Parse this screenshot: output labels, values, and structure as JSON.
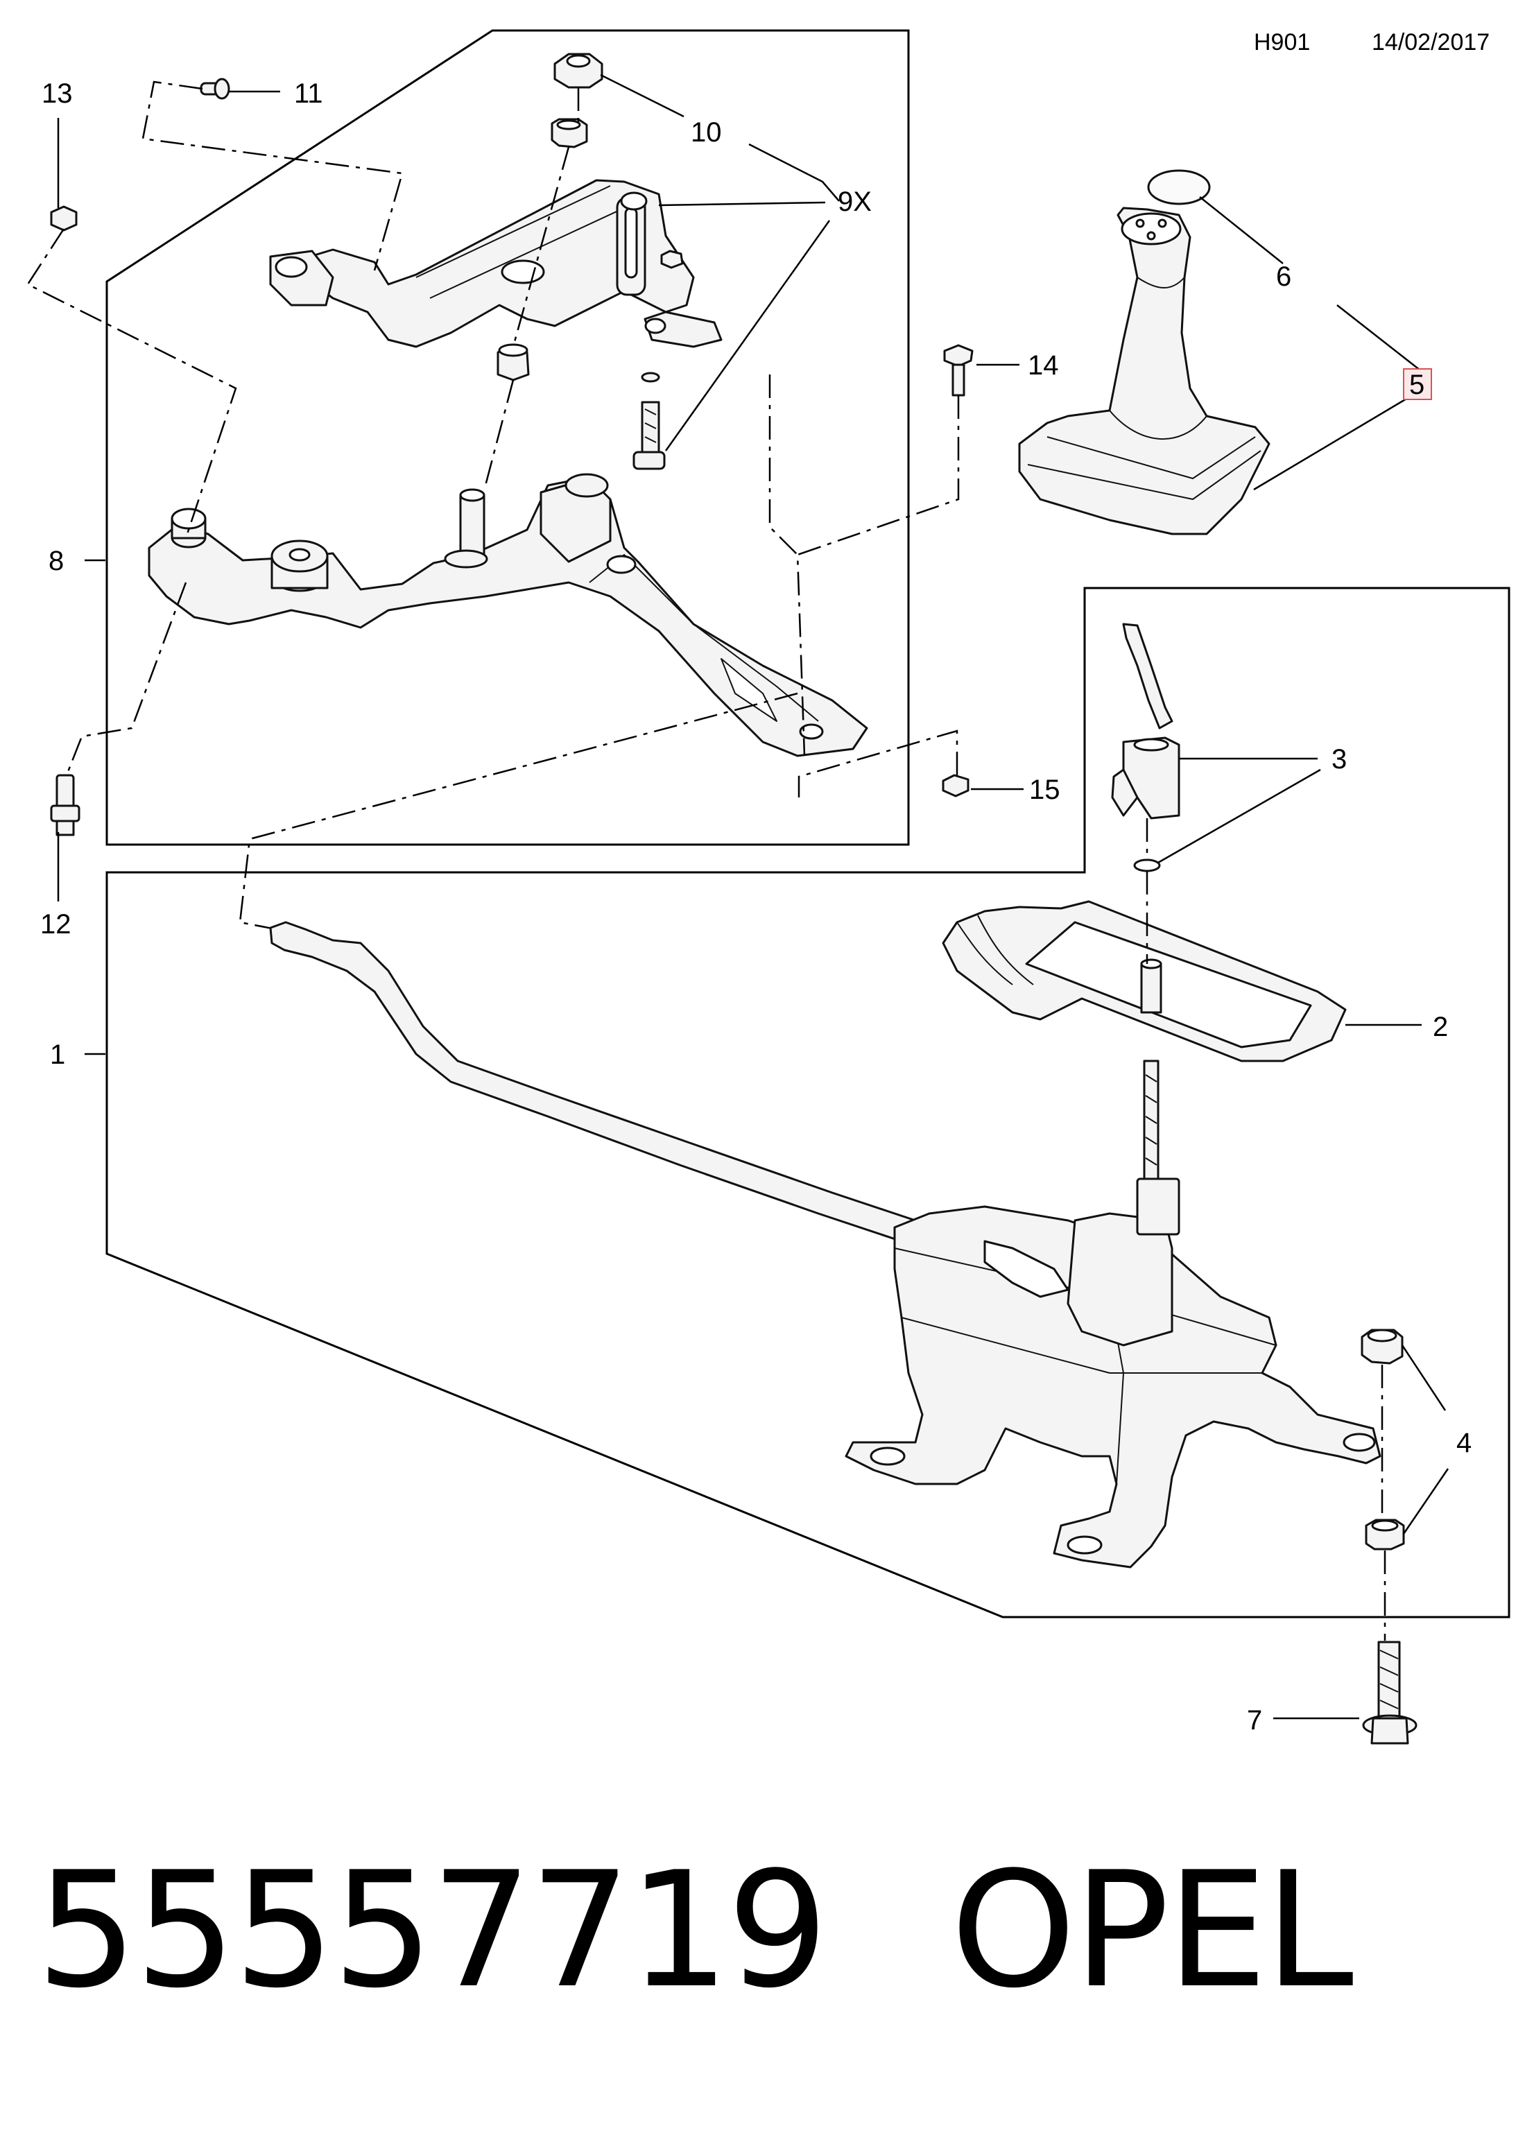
{
  "header": {
    "code": "H901",
    "date": "14/02/2017"
  },
  "callouts": {
    "c1": "1",
    "c2": "2",
    "c3": "3",
    "c4": "4",
    "c5": "5",
    "c6": "6",
    "c7": "7",
    "c8": "8",
    "c9x": "9X",
    "c10": "10",
    "c11": "11",
    "c12": "12",
    "c13": "13",
    "c14": "14",
    "c15": "15"
  },
  "highlight_color": "#d9534f",
  "footer": {
    "part_number": "55557719",
    "brand": "OPEL"
  }
}
